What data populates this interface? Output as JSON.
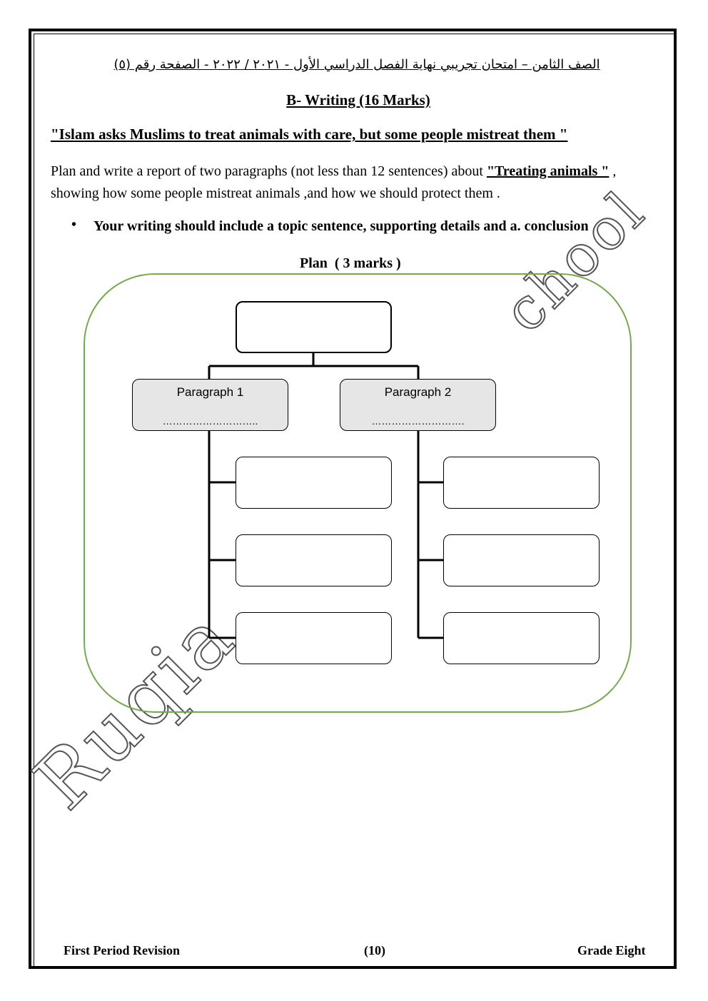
{
  "header": {
    "arabic": "الصف الثامن – امتحان تجريبي نهاية الفصل الدراسي الأول  -  ٢٠٢١ / ٢٠٢٢ - الصفحة رقم (٥)"
  },
  "section": {
    "title": "B- Writing (16 Marks)"
  },
  "quote": "\"Islam asks Muslims to treat animals with care, but some people mistreat them \"",
  "instructions": {
    "before": "Plan and write a report of two paragraphs (not less than 12 sentences) about ",
    "topic": "\"Treating animals \"",
    "after": " , showing how some people mistreat animals ,and how we should protect them ."
  },
  "bullet": {
    "symbol": "•",
    "text": "Your writing should include a topic sentence, supporting details and a. conclusion"
  },
  "plan": {
    "title": "Plan  ( 3 marks )",
    "paragraph1": {
      "label": "Paragraph 1",
      "dots": "……………………….."
    },
    "paragraph2": {
      "label": "Paragraph 2",
      "dots": "………………………."
    }
  },
  "watermark": "Ruqia  ...  school",
  "footer": {
    "left": "First Period Revision",
    "center": "(10)",
    "right": "Grade Eight"
  },
  "colors": {
    "panel_border": "#76a94d",
    "paragraph_fill": "#e6e6e6"
  }
}
